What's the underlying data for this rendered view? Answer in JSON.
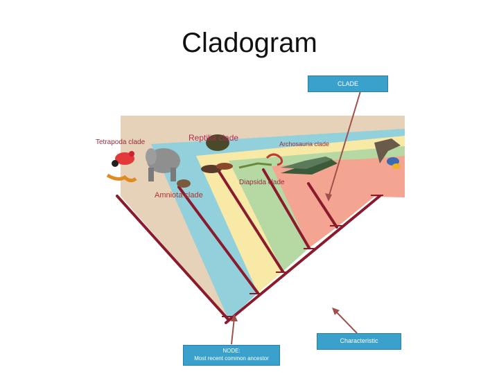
{
  "title": "Cladogram",
  "labels": {
    "clade_box": "CLADE",
    "characteristic_box": "Characteristic",
    "node_box_line1": "NODE:",
    "node_box_line2": "Most recent common ancestor",
    "tetrapoda": "Tetrapoda clade",
    "reptilia": "Reptilia clade",
    "archosauria": "Archosauria clade",
    "diapsida": "Diapsida clade",
    "amniota": "Amniota clade"
  },
  "colors": {
    "tan": "#e6d2b8",
    "blue": "#92d0dc",
    "yellow": "#f8e9a6",
    "green": "#b6d9a4",
    "pink": "#f3a592",
    "branch": "#8b1a2c",
    "box": "#3aa0cc",
    "arrow": "#a0504a"
  }
}
